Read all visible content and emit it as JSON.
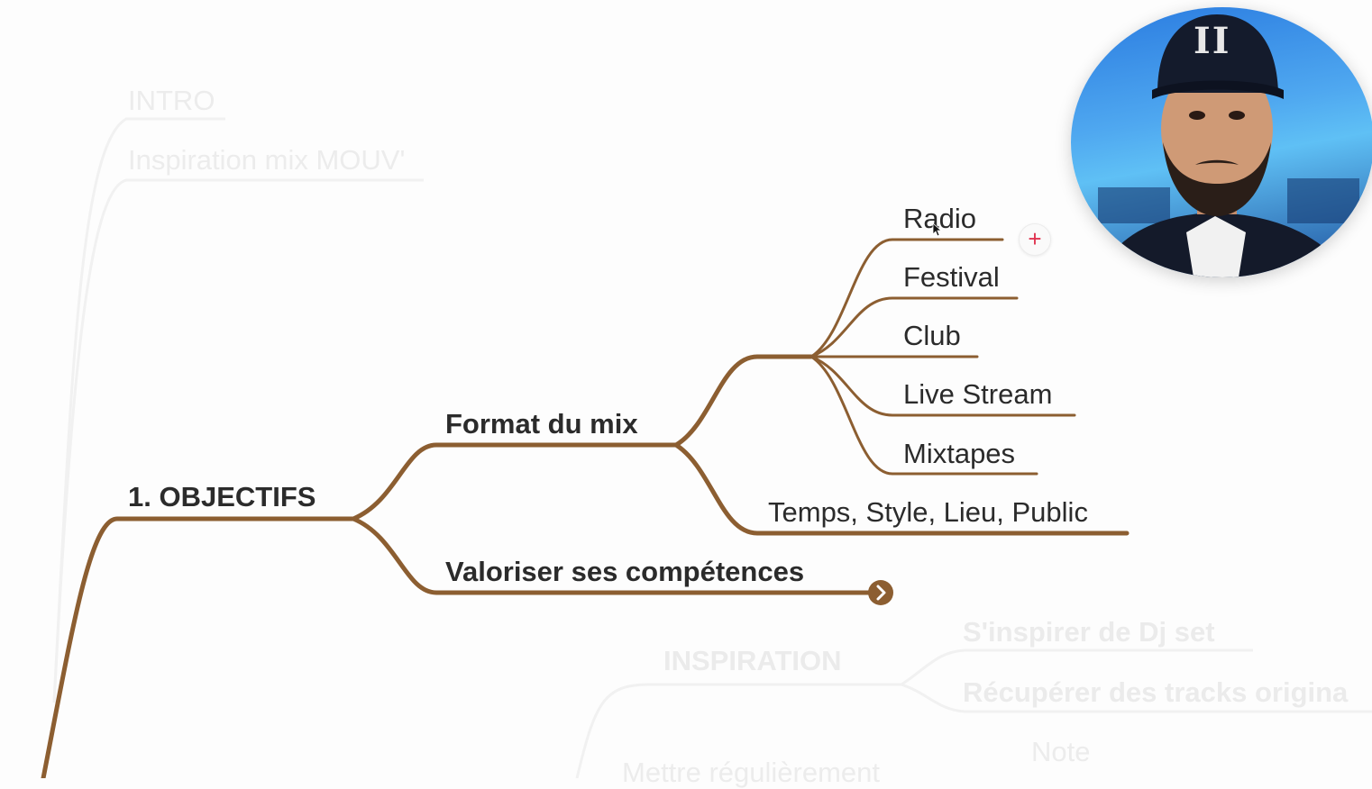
{
  "mindmap": {
    "faded_top": [
      "INTRO",
      "Inspiration mix MOUV'"
    ],
    "central": "1. OBJECTIFS",
    "branch_format": "Format du mix",
    "branch_valoriser": "Valoriser ses compétences",
    "format_children": [
      "Radio",
      "Festival",
      "Club",
      "Live Stream",
      "Mixtapes"
    ],
    "temps_item": "Temps, Style, Lieu, Public",
    "faded_bottom": {
      "inspiration": "INSPIRATION",
      "dj_set": "S'inspirer de Dj set",
      "tracks": "Récupérer des tracks origina",
      "note": "Note",
      "mettre": "Mettre régulièrement"
    },
    "branch_color": "#8c5e31",
    "add_icon": "plus-icon",
    "collapse_icon": "chevron-right-icon"
  },
  "webcam": {
    "cap_logo": "II"
  }
}
